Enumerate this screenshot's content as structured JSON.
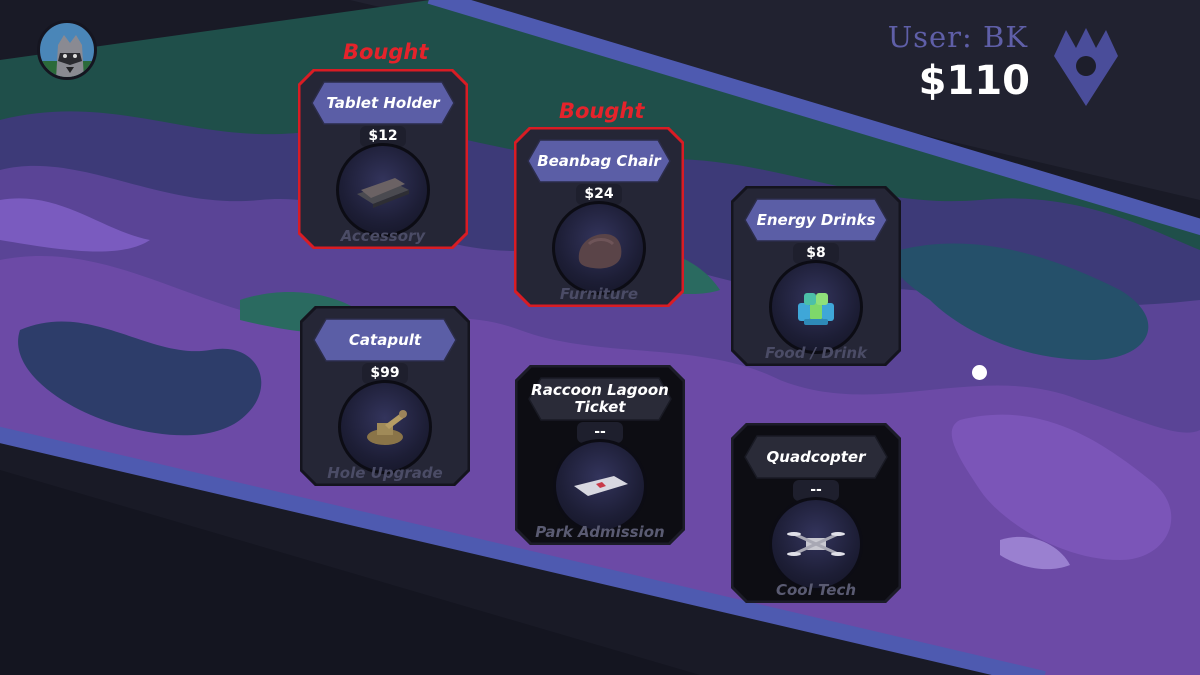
{
  "user": {
    "label": "User: BK",
    "money": "$110"
  },
  "colors": {
    "accent_title": "#5b5ea6",
    "bought_red": "#e5232b",
    "map_purple": "#6c4aa6",
    "band_blue": "#4e5ab0",
    "teal": "#1f5a52"
  },
  "items": [
    {
      "title": "Tablet Holder",
      "price": "$12",
      "category": "Accessory",
      "bought": true,
      "bought_label": "Bought",
      "icon": "tablet-holder-icon"
    },
    {
      "title": "Beanbag Chair",
      "price": "$24",
      "category": "Furniture",
      "bought": true,
      "bought_label": "Bought",
      "icon": "beanbag-icon"
    },
    {
      "title": "Energy Drinks",
      "price": "$8",
      "category": "Food / Drink",
      "bought": false,
      "icon": "energy-drinks-icon"
    },
    {
      "title": "Catapult",
      "price": "$99",
      "category": "Hole Upgrade",
      "bought": false,
      "icon": "catapult-icon"
    },
    {
      "title": "Raccoon Lagoon Ticket",
      "price": "--",
      "category": "Park Admission",
      "bought": false,
      "icon": "ticket-icon"
    },
    {
      "title": "Quadcopter",
      "price": "--",
      "category": "Cool Tech",
      "bought": false,
      "icon": "quadcopter-icon"
    }
  ]
}
